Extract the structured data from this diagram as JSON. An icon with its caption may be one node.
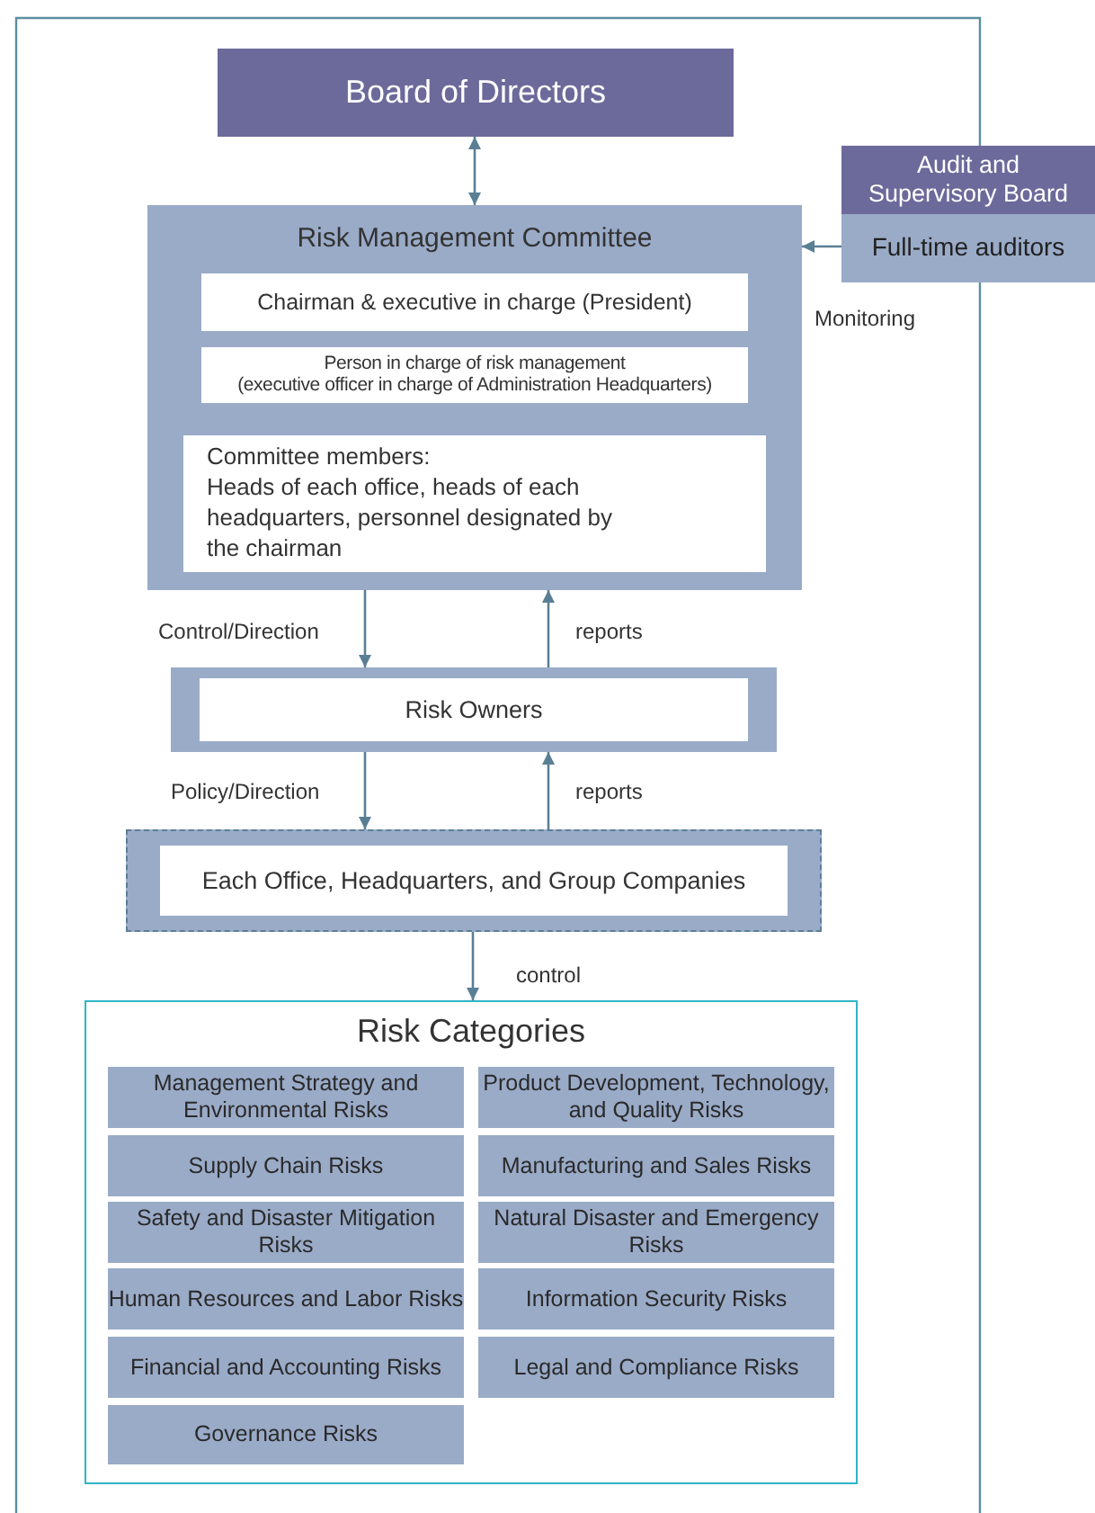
{
  "diagram": {
    "nodes": [
      {
        "text": [
          "Board of Directors"
        ]
      },
      {
        "text": [
          "Audit and Supervisory Board",
          "Full-time auditors"
        ]
      },
      {
        "text": [
          "Risk Management Committee"
        ]
      },
      {
        "text": [
          "Chairman & executive in charge (President)"
        ],
        "in": 2
      },
      {
        "text": [
          "Person in charge of risk management",
          "(executive officer in charge of Administration Headquarters)"
        ],
        "in": 2
      },
      {
        "text": [
          "Committee members:",
          "Heads of each office, heads of each headquarters, personnel designated by the chairman"
        ],
        "in": 2
      },
      {
        "text": [
          "Risk Owners"
        ]
      },
      {
        "text": [
          "Each Office, Headquarters, and Group Companies"
        ]
      },
      {
        "text": [
          "Risk Categories"
        ]
      },
      {
        "text": [
          "Management Strategy and Environmental Risks"
        ],
        "in": 8
      },
      {
        "text": [
          "Product Development, Technology, and Quality Risks"
        ],
        "in": 8
      },
      {
        "text": [
          "Supply Chain Risks"
        ],
        "in": 8
      },
      {
        "text": [
          "Manufacturing and Sales Risks"
        ],
        "in": 8
      },
      {
        "text": [
          "Safety and Disaster Mitigation Risks"
        ],
        "in": 8
      },
      {
        "text": [
          "Natural Disaster and Emergency Risks"
        ],
        "in": 8
      },
      {
        "text": [
          "Human Resources and Labor Risks"
        ],
        "in": 8
      },
      {
        "text": [
          "Information Security Risks"
        ],
        "in": 8
      },
      {
        "text": [
          "Financial and Accounting Risks"
        ],
        "in": 8
      },
      {
        "text": [
          "Legal and Compliance Risks"
        ],
        "in": 8
      },
      {
        "text": [
          "Governance Risks"
        ],
        "in": 8
      }
    ],
    "edges": [
      {
        "from": 0,
        "to": 2,
        "arrow": "both"
      },
      {
        "from": 1,
        "to": 2,
        "arrow": "to",
        "label": "Monitoring"
      },
      {
        "from": 2,
        "to": 6,
        "arrow": "to",
        "label": "Control/Direction"
      },
      {
        "from": 6,
        "to": 2,
        "arrow": "to",
        "label": "reports"
      },
      {
        "from": 6,
        "to": 7,
        "arrow": "to",
        "label": "Policy/Direction"
      },
      {
        "from": 7,
        "to": 6,
        "arrow": "to",
        "label": "reports"
      },
      {
        "from": 7,
        "to": 8,
        "arrow": "to",
        "label": "control"
      }
    ]
  }
}
